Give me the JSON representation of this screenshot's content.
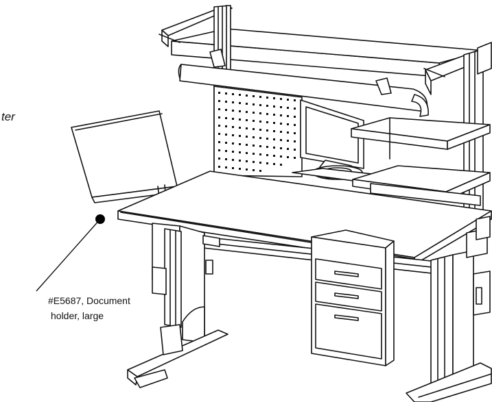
{
  "callouts": [
    {
      "line1": "#E5687, Document",
      "line2": "holder, large"
    }
  ],
  "clipped_text": "ter",
  "colors": {
    "ink": "#111111",
    "paper": "#ffffff",
    "marker": "#000000"
  }
}
